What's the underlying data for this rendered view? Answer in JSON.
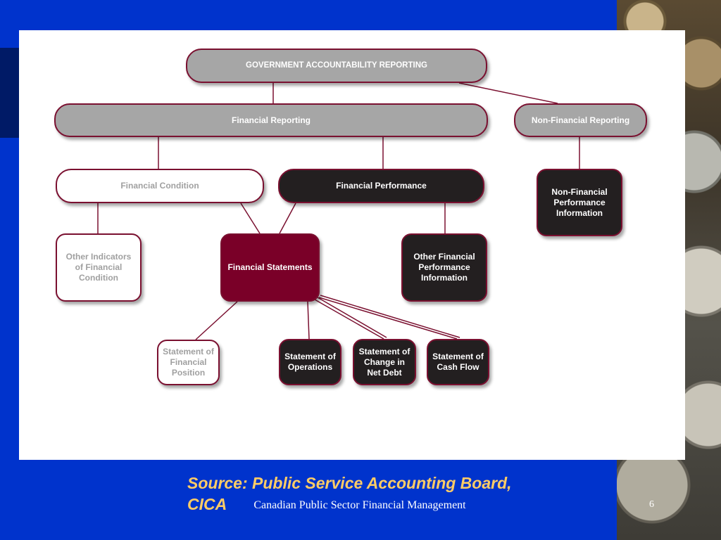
{
  "diagram": {
    "nodes": {
      "gar": "GOVERNMENT ACCOUNTABILITY REPORTING",
      "fin_reporting": "Financial Reporting",
      "nonfin_reporting": "Non-Financial Reporting",
      "fin_condition": "Financial Condition",
      "fin_performance": "Financial Performance",
      "nonfin_perf_info": "Non-Financial Performance Information",
      "other_indicators": "Other Indicators of Financial Condition",
      "fin_statements": "Financial Statements",
      "other_fin_perf_info": "Other Financial Performance Information",
      "stmt_fin_position": "Statement of Financial Position",
      "stmt_operations": "Statement of Operations",
      "stmt_net_debt": "Statement of Change in Net Debt",
      "stmt_cash_flow": "Statement of Cash Flow"
    },
    "edges": [
      [
        "gar",
        "fin_reporting"
      ],
      [
        "gar",
        "nonfin_reporting"
      ],
      [
        "fin_reporting",
        "fin_condition"
      ],
      [
        "fin_reporting",
        "fin_performance"
      ],
      [
        "nonfin_reporting",
        "nonfin_perf_info"
      ],
      [
        "fin_condition",
        "other_indicators"
      ],
      [
        "fin_condition",
        "fin_statements"
      ],
      [
        "fin_performance",
        "fin_statements"
      ],
      [
        "fin_performance",
        "other_fin_perf_info"
      ],
      [
        "fin_statements",
        "stmt_fin_position"
      ],
      [
        "fin_statements",
        "stmt_operations"
      ],
      [
        "fin_statements",
        "stmt_net_debt"
      ],
      [
        "fin_statements",
        "stmt_cash_flow"
      ]
    ],
    "colors": {
      "line": "#7a1030",
      "grey_node": "#a6a6a6",
      "black_node": "#231f20",
      "maroon_node": "#7a0028",
      "slide_background": "#0033cc",
      "source_text": "#ffcc66"
    }
  },
  "caption": {
    "source": "Source: Public Service Accounting Board, CICA"
  },
  "footer": {
    "title": "Canadian Public Sector Financial Management",
    "page_number": "6"
  }
}
